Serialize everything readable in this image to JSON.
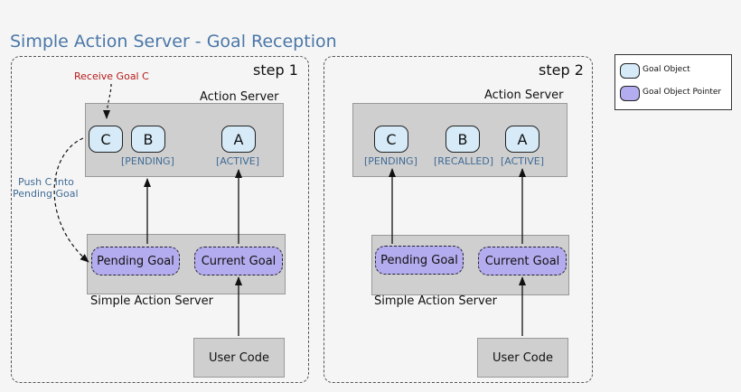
{
  "title": "Simple Action Server - Goal Reception",
  "legend": {
    "goal_object": "Goal Object",
    "goal_object_pointer": "Goal Object Pointer"
  },
  "colors": {
    "goal_object_fill": "#d6eaf8",
    "pointer_fill": "#b3acee",
    "title_color": "#4a77a8",
    "status_color": "#3f6b96",
    "receive_color": "#b51a1a"
  },
  "step1": {
    "label": "step 1",
    "action_server": "Action Server",
    "simple_action_server": "Simple Action Server",
    "goals": [
      "C",
      "B",
      "A"
    ],
    "status_pending": "[PENDING]",
    "status_active": "[ACTIVE]",
    "pending_goal": "Pending Goal",
    "current_goal": "Current Goal",
    "user_code": "User Code",
    "receive_label": "Receive Goal C",
    "push_label_line1": "Push C into",
    "push_label_line2": "Pending Goal"
  },
  "step2": {
    "label": "step 2",
    "action_server": "Action Server",
    "simple_action_server": "Simple Action Server",
    "goals": [
      "C",
      "B",
      "A"
    ],
    "status_pending": "[PENDING]",
    "status_recalled": "[RECALLED]",
    "status_active": "[ACTIVE]",
    "pending_goal": "Pending Goal",
    "current_goal": "Current Goal",
    "user_code": "User Code"
  }
}
